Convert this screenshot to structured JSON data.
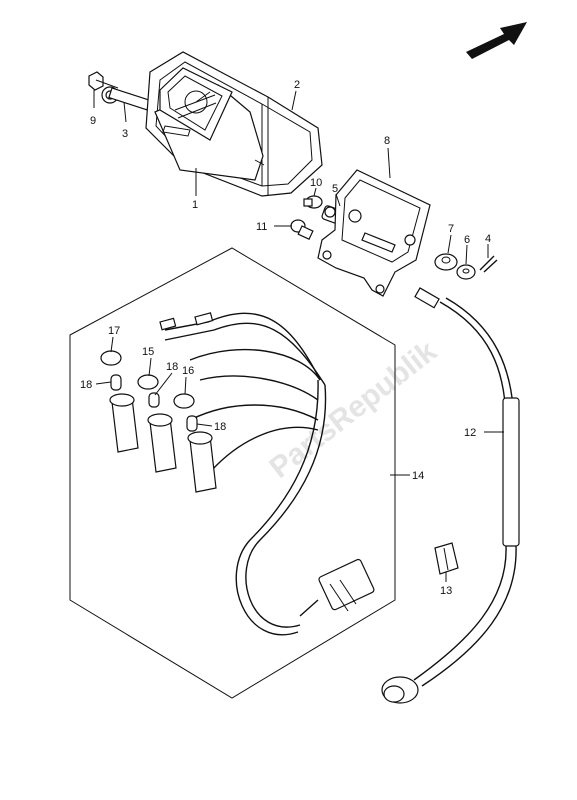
{
  "diagram": {
    "watermark": "PartsRepublik",
    "callouts": {
      "c1": "1",
      "c2": "2",
      "c3": "3",
      "c4": "4",
      "c5": "5",
      "c6": "6",
      "c7": "7",
      "c8": "8",
      "c9": "9",
      "c10": "10",
      "c11": "11",
      "c12": "12",
      "c13": "13",
      "c14": "14",
      "c15": "15",
      "c16": "16",
      "c17": "17",
      "c18a": "18",
      "c18b": "18",
      "c18c": "18"
    }
  }
}
